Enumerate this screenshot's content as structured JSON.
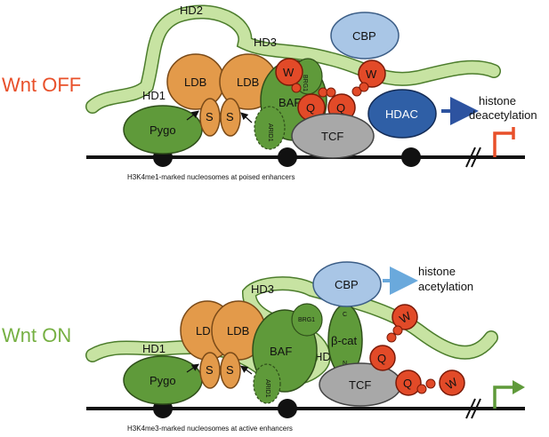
{
  "colors": {
    "off_accent": "#e8502a",
    "on_accent": "#76b043",
    "green_dark": "#5f9a3a",
    "green_light": "#c7e3a2",
    "orange": "#e39a4a",
    "red": "#e24a28",
    "grey": "#a8a8a8",
    "blue_light": "#a9c6e6",
    "blue_dark": "#2f5fa6",
    "arrow_off": "#2d53a0",
    "arrow_on": "#6aa9dc"
  },
  "off": {
    "title": "Wnt OFF",
    "labels": {
      "hd1": "HD1",
      "hd2": "HD2",
      "hd3": "HD3",
      "pygo": "Pygo",
      "ldb1": "LDB",
      "ldb2": "LDB",
      "s1": "S",
      "s2": "S",
      "baf": "BAF",
      "brg1": "BRG1",
      "arid1": "ARID1",
      "w1": "W",
      "w2": "W",
      "q1": "Q",
      "q2": "Q",
      "tcf": "TCF",
      "cbp": "CBP",
      "hdac": "HDAC"
    },
    "effect_line1": "histone",
    "effect_line2": "deacetylation",
    "nucleosome_note": "H3K4me1-marked nucleosomes at poised enhancers"
  },
  "on": {
    "title": "Wnt ON",
    "labels": {
      "hd1": "HD1",
      "hd2": "HD2",
      "hd3": "HD3",
      "pygo": "Pygo",
      "ldb1": "LDB",
      "ldb2": "LDB",
      "s1": "S",
      "s2": "S",
      "baf": "BAF",
      "brg1": "BRG1",
      "arid1": "ARID1",
      "bcat": "β-cat",
      "c_term": "C",
      "n_term": "N",
      "w1": "W",
      "w2": "W",
      "q1": "Q",
      "q2": "Q",
      "tcf": "TCF",
      "cbp": "CBP"
    },
    "effect_line1": "histone",
    "effect_line2": "acetylation",
    "nucleosome_note": "H3K4me3-marked nucleosomes at active enhancers"
  }
}
